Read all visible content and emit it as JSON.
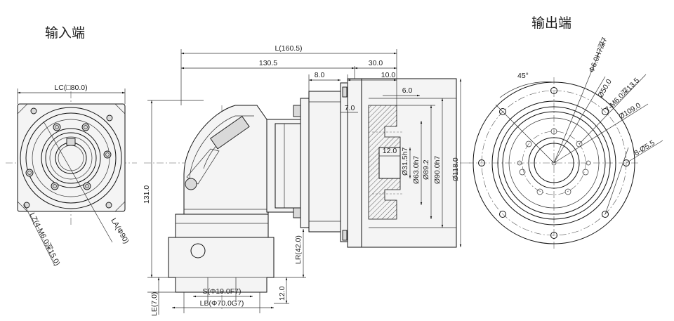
{
  "titles": {
    "input_end": "输入端",
    "output_end": "输出端"
  },
  "input_view": {
    "lc": "LC(□80.0)",
    "lz": "LZ(4-M6.0深15.0)",
    "la": "LA(Φ90)"
  },
  "side_view": {
    "l_total": "L(160.5)",
    "l_130": "130.5",
    "l_30": "30.0",
    "l_8": "8.0",
    "l_10": "10.0",
    "l_6": "6.0",
    "l_7": "7.0",
    "l_12": "12.0",
    "h_131": "131.0",
    "d_31_5": "Ø31.5h7",
    "d_63": "Ø63.0h7",
    "d_89_2": "Ø89.2",
    "d_90": "Ø90.0h7",
    "d_118": "Ø118.0",
    "lr": "LR(42.0)",
    "s": "S(Φ19.0F7)",
    "lb": "LB(Φ70.0G7)",
    "le": "LE(7.0)",
    "h_12": "12.0"
  },
  "output_view": {
    "angle": "45°",
    "bore": "Φ6.0H7深7",
    "d_50": "Ø50.0",
    "thread": "7-M6.0深13.5",
    "d_109": "Ø109.0",
    "holes": "8-Ø5.5"
  }
}
